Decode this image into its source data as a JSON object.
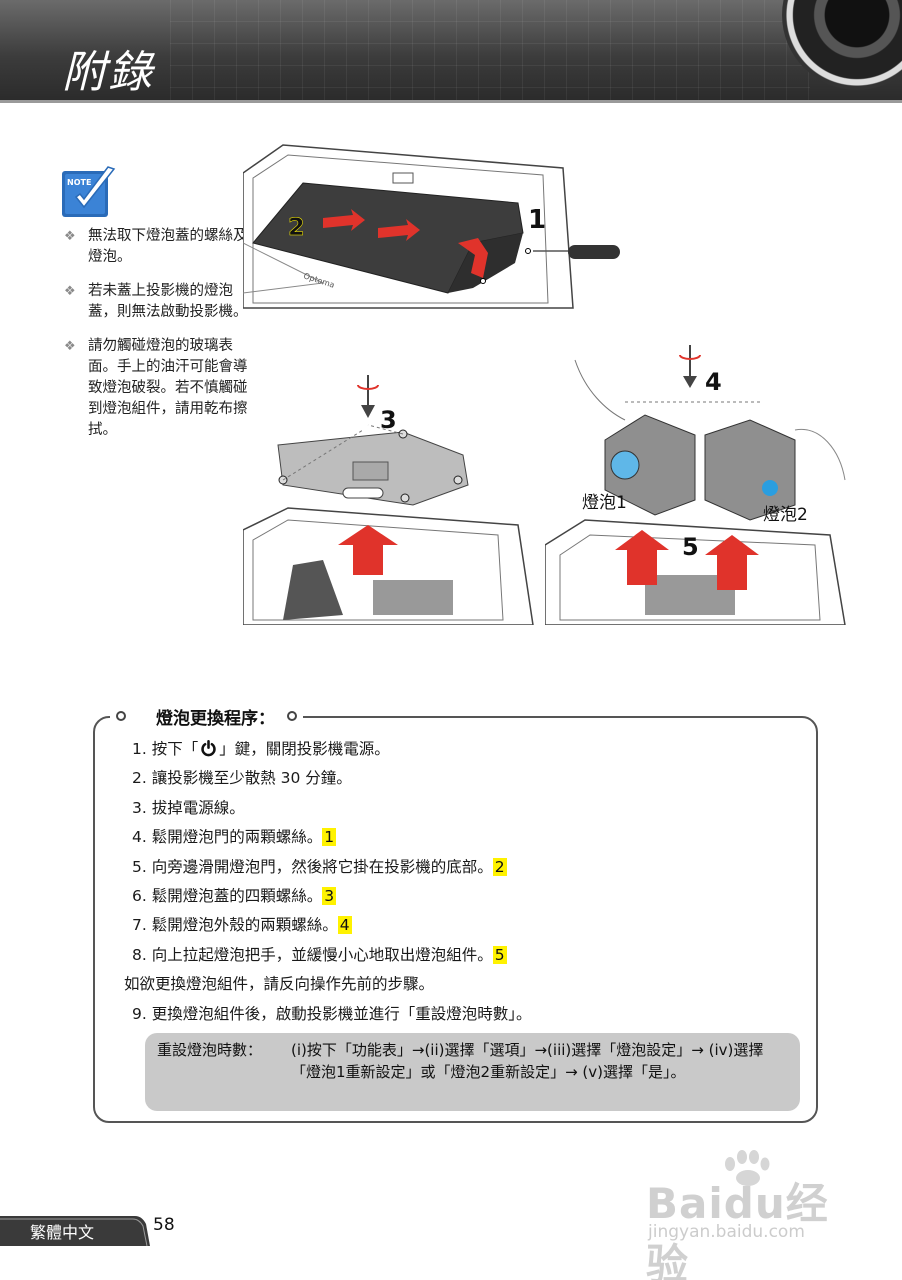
{
  "header": {
    "title": "附錄"
  },
  "notes": [
    "無法取下燈泡蓋的螺絲及燈泡。",
    "若未蓋上投影機的燈泡蓋，則無法啟動投影機。",
    "請勿觸碰燈泡的玻璃表面。手上的油汗可能會導致燈泡破裂。若不慎觸碰到燈泡組件，請用乾布擦拭。"
  ],
  "note_icon_label": "NOTE",
  "figures": {
    "markers": [
      "1",
      "2",
      "3",
      "4",
      "5"
    ],
    "lamp1": "燈泡1",
    "lamp2": "燈泡2"
  },
  "procedure": {
    "title": "燈泡更換程序：",
    "steps": [
      {
        "num": "1.",
        "pre": "按下「",
        "post": "」鍵，關閉投影機電源。",
        "power": true
      },
      {
        "num": "2.",
        "text": "讓投影機至少散熱 30 分鐘。"
      },
      {
        "num": "3.",
        "text": "拔掉電源線。"
      },
      {
        "num": "4.",
        "text": "鬆開燈泡門的兩顆螺絲。",
        "mark": "1"
      },
      {
        "num": "5.",
        "text": "向旁邊滑開燈泡門，然後將它掛在投影機的底部。",
        "mark": "2"
      },
      {
        "num": "6.",
        "text": "鬆開燈泡蓋的四顆螺絲。",
        "mark": "3"
      },
      {
        "num": "7.",
        "text": "鬆開燈泡外殼的兩顆螺絲。",
        "mark": "4"
      },
      {
        "num": "8.",
        "text": "向上拉起燈泡把手，並緩慢小心地取出燈泡組件。",
        "mark": "5"
      },
      {
        "num": "",
        "text": "如欲更換燈泡組件，請反向操作先前的步驟。"
      },
      {
        "num": "9.",
        "text": "更換燈泡組件後，啟動投影機並進行「重設燈泡時數」。"
      }
    ],
    "reset_label": "重設燈泡時數：",
    "reset_text": "(i)按下「功能表」→(ii)選擇「選項」→(iii)選擇「燈泡設定」→ (iv)選擇「燈泡1重新設定」或「燈泡2重新設定」→ (v)選擇「是」。"
  },
  "footer": {
    "language": "繁體中文",
    "page_number": "58",
    "watermark_brand": "Baidu经验",
    "watermark_site": "jingyan.baidu.com"
  }
}
